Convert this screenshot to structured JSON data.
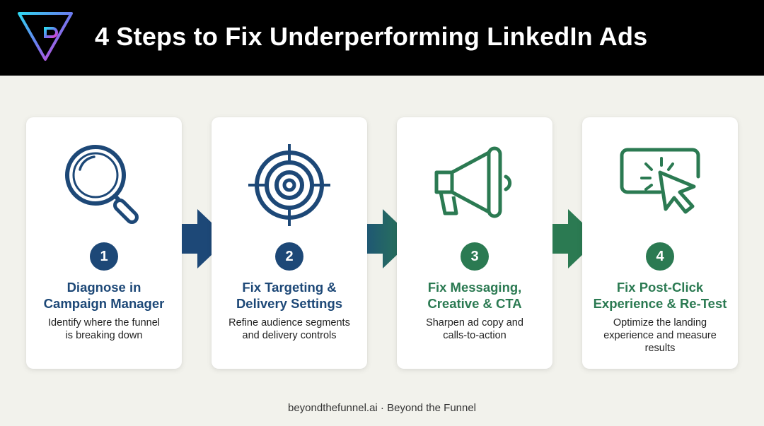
{
  "header": {
    "title": "4 Steps to Fix Underperforming LinkedIn Ads"
  },
  "steps": [
    {
      "number": "1",
      "title_line1": "Diagnose in",
      "title_line2": "Campaign Manager",
      "desc_line1": "Identify where the funnel",
      "desc_line2": "is breaking down",
      "desc_line3": "",
      "icon": "magnifying-glass-icon",
      "color": "#1d4877"
    },
    {
      "number": "2",
      "title_line1": "Fix Targeting &",
      "title_line2": "Delivery Settings",
      "desc_line1": "Refine audience segments",
      "desc_line2": "and delivery controls",
      "desc_line3": "",
      "icon": "target-icon",
      "color": "#1d4877"
    },
    {
      "number": "3",
      "title_line1": "Fix Messaging,",
      "title_line2": "Creative & CTA",
      "desc_line1": "Sharpen ad copy and",
      "desc_line2": "calls-to-action",
      "desc_line3": "",
      "icon": "megaphone-icon",
      "color": "#2b7a52"
    },
    {
      "number": "4",
      "title_line1": "Fix Post-Click",
      "title_line2": "Experience & Re-Test",
      "desc_line1": "Optimize the landing",
      "desc_line2": "experience and measure",
      "desc_line3": "results",
      "icon": "cursor-click-icon",
      "color": "#2b7a52"
    }
  ],
  "footer": {
    "text": "beyondthefunnel.ai · Beyond the Funnel"
  }
}
